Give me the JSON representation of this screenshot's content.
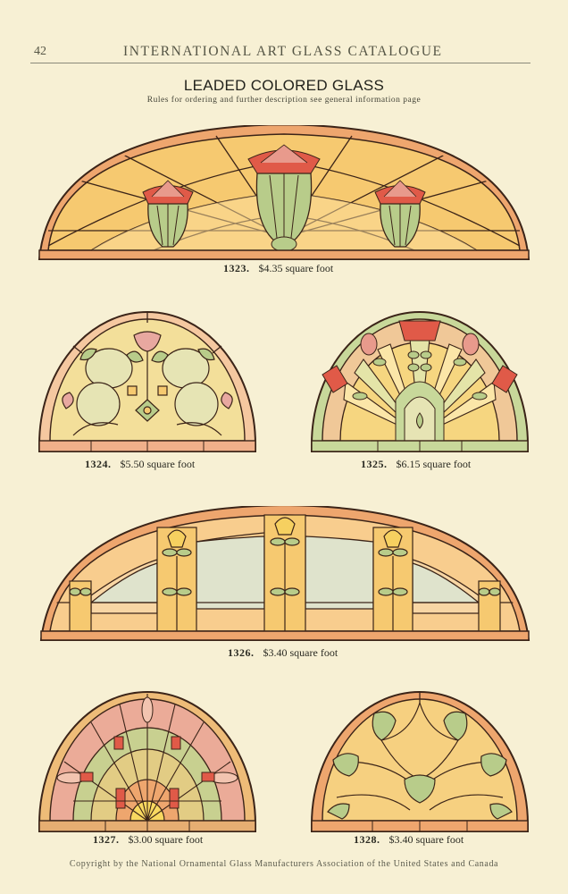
{
  "header": {
    "page_number": "42",
    "running_title": "INTERNATIONAL ART GLASS CATALOGUE"
  },
  "title": "LEADED COLORED GLASS",
  "subtitle": "Rules for ordering and further description see general information page",
  "colors": {
    "paper": "#f7f0d4",
    "lead": "#3b2418",
    "amber": "#f6c970",
    "light_amber": "#fbe0a0",
    "orange_border": "#eea66e",
    "green": "#b8cc8a",
    "pink": "#e89a8c",
    "red": "#e05a48",
    "grey_blue": "#dfe3cc"
  },
  "designs": [
    {
      "number": "1323.",
      "price": "$4.35 square foot",
      "shape": "segmental-arch",
      "motif": "three lotus flowers in vases"
    },
    {
      "number": "1324.",
      "price": "$5.50 square foot",
      "shape": "half-round",
      "motif": "floral scrolls with roses"
    },
    {
      "number": "1325.",
      "price": "$6.15 square foot",
      "shape": "half-round",
      "motif": "sunburst with rosebuds and gothic arch"
    },
    {
      "number": "1326.",
      "price": "$3.40 square foot",
      "shape": "segmental-arch",
      "motif": "tulip columns with grey panels"
    },
    {
      "number": "1327.",
      "price": "$3.00 square foot",
      "shape": "half-round",
      "motif": "rising sun with pink blocks"
    },
    {
      "number": "1328.",
      "price": "$3.40 square foot",
      "shape": "half-round",
      "motif": "green heart leaves"
    }
  ],
  "footer": "Copyright by the National Ornamental Glass Manufacturers Association of the United States and Canada"
}
